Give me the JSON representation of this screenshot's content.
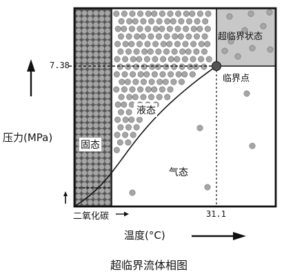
{
  "diagram": {
    "caption": "超临界流体相图",
    "y_axis": {
      "label": "压力(MPa)"
    },
    "x_axis": {
      "label": "温度(°C)"
    },
    "regions": {
      "solid": "固态",
      "liquid": "液态",
      "gas": "气态",
      "supercritical": "超临界状态"
    },
    "critical_point": {
      "label": "临界点",
      "pressure_label": "7.38",
      "temperature_label": "31.1"
    },
    "substance_label": "二氧化碳",
    "colors": {
      "solid_bg": "#555555",
      "particle_fill": "#a6a6a6",
      "particle_stroke": "#6e6e6e",
      "supercritical_bg": "#c8c8c8",
      "critical_point_fill": "#555555",
      "frame": "#111111"
    }
  }
}
